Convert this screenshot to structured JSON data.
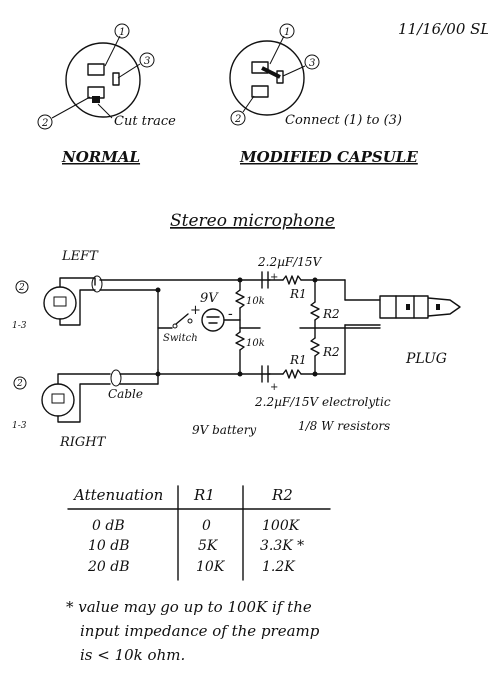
{
  "date": "11/16/00 SL",
  "capsules": {
    "normal": {
      "pin1": "1",
      "pin2": "2",
      "pin3": "3",
      "note": "Cut trace",
      "caption": "NORMAL"
    },
    "modified": {
      "pin1": "1",
      "pin2": "2",
      "pin3": "3",
      "note": "Connect (1) to (3)",
      "caption": "MODIFIED CAPSULE"
    }
  },
  "schematic": {
    "title": "Stereo microphone",
    "left_label": "LEFT",
    "right_label": "RIGHT",
    "pin2_left": "2",
    "pin13_left": "1-3",
    "pin2_right": "2",
    "pin13_right": "1-3",
    "cap_top": "2.2µF/15V",
    "cap_bottom": "2.2µF/15V electrolytic",
    "battery_value": "9V",
    "switch_label": "Switch",
    "res_10k_top": "10k",
    "res_10k_bottom": "10k",
    "r1_top": "R1",
    "r1_bottom": "R1",
    "r2_top": "R2",
    "r2_bottom": "R2",
    "plug_label": "PLUG",
    "cable_label": "Cable",
    "battery_note": "9V battery",
    "resistor_note": "1/8 W resistors",
    "plus": "+",
    "minus": "-"
  },
  "table": {
    "headers": [
      "Attenuation",
      "R1",
      "R2"
    ],
    "rows": [
      [
        "0 dB",
        "0",
        "100K"
      ],
      [
        "10 dB",
        "5K",
        "3.3K *"
      ],
      [
        "20 dB",
        "10K",
        "1.2K"
      ]
    ]
  },
  "footnote": {
    "line1": "* value may go up to 100K if the",
    "line2": "input impedance of the preamp",
    "line3": "is < 10k ohm."
  }
}
